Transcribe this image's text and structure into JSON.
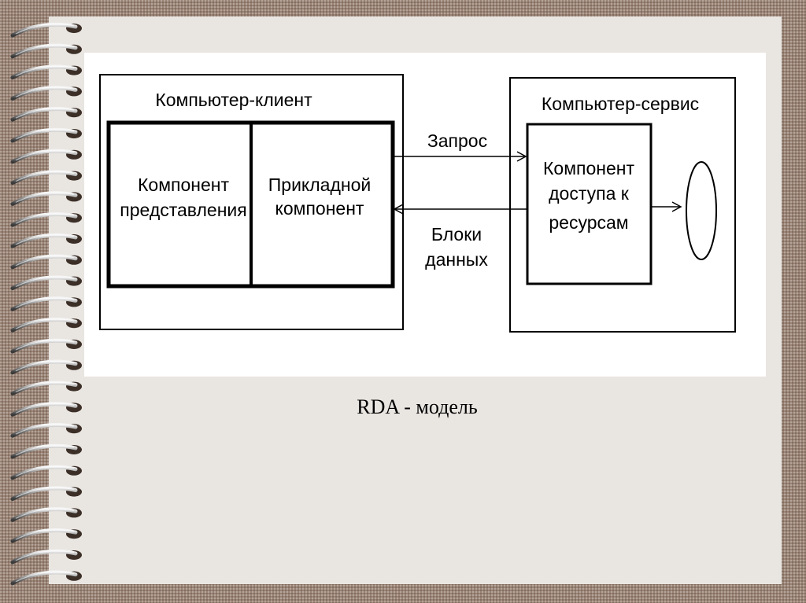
{
  "diagram": {
    "client_title": "Компьютер-клиент",
    "presentation_component": [
      "Компонент",
      "представления"
    ],
    "application_component": [
      "Прикладной",
      "компонент"
    ],
    "server_title": "Компьютер-сервис",
    "resource_access_component": [
      "Компонент",
      "доступа к",
      "ресурсам"
    ],
    "request_label": "Запрос",
    "data_blocks_label": [
      "Блоки",
      "данных"
    ]
  },
  "caption": "RDA - модель",
  "colors": {
    "frame": "#9a8476",
    "page": "#e9e5e1",
    "diagram_bg": "#ffffff",
    "ink": "#000000"
  }
}
